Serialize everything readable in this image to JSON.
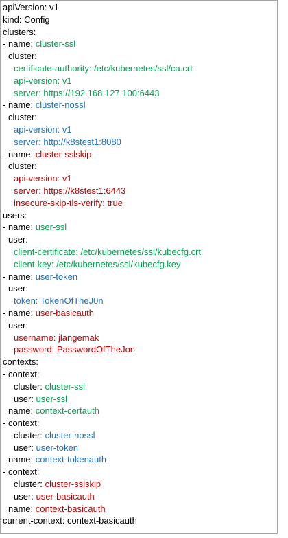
{
  "colors": {
    "black": "#000000",
    "green": "#00a050",
    "blue": "#1f6fc0",
    "red": "#c00000"
  },
  "lines": [
    {
      "indent": 0,
      "key": "apiVersion:",
      "value": " v1",
      "key_color": "black",
      "value_color": "black"
    },
    {
      "indent": 0,
      "key": "kind:",
      "value": " Config",
      "key_color": "black",
      "value_color": "black"
    },
    {
      "indent": 0,
      "key": "clusters:",
      "value": "",
      "key_color": "black",
      "value_color": "black"
    },
    {
      "indent": 0,
      "key": "- name:",
      "value": " cluster-ssl",
      "key_color": "black",
      "value_color": "green"
    },
    {
      "indent": 1,
      "key": "cluster:",
      "value": "",
      "key_color": "black",
      "value_color": "black"
    },
    {
      "indent": 2,
      "key": "certificate-authority:",
      "value": " /etc/kubernetes/ssl/ca.crt",
      "key_color": "green",
      "value_color": "green"
    },
    {
      "indent": 2,
      "key": "api-version:",
      "value": " v1",
      "key_color": "green",
      "value_color": "green"
    },
    {
      "indent": 2,
      "key": "server:",
      "value": " https://192.168.127.100:6443",
      "key_color": "green",
      "value_color": "green"
    },
    {
      "indent": 0,
      "key": "- name:",
      "value": " cluster-nossl",
      "key_color": "black",
      "value_color": "blue"
    },
    {
      "indent": 1,
      "key": "cluster:",
      "value": "",
      "key_color": "black",
      "value_color": "black"
    },
    {
      "indent": 2,
      "key": "api-version:",
      "value": " v1",
      "key_color": "blue",
      "value_color": "blue"
    },
    {
      "indent": 2,
      "key": "server:",
      "value": " http://k8stest1:8080",
      "key_color": "blue",
      "value_color": "blue"
    },
    {
      "indent": 0,
      "key": "- name:",
      "value": " cluster-sslskip",
      "key_color": "black",
      "value_color": "red"
    },
    {
      "indent": 1,
      "key": "cluster:",
      "value": "",
      "key_color": "black",
      "value_color": "black"
    },
    {
      "indent": 2,
      "key": "api-version:",
      "value": " v1",
      "key_color": "red",
      "value_color": "red"
    },
    {
      "indent": 2,
      "key": "server:",
      "value": " https://k8stest1:6443",
      "key_color": "red",
      "value_color": "red"
    },
    {
      "indent": 2,
      "key": "insecure-skip-tls-verify:",
      "value": " true",
      "key_color": "red",
      "value_color": "red"
    },
    {
      "indent": 0,
      "key": "users:",
      "value": "",
      "key_color": "black",
      "value_color": "black"
    },
    {
      "indent": 0,
      "key": "- name:",
      "value": " user-ssl",
      "key_color": "black",
      "value_color": "green"
    },
    {
      "indent": 1,
      "key": "user:",
      "value": "",
      "key_color": "black",
      "value_color": "black"
    },
    {
      "indent": 2,
      "key": "client-certificate:",
      "value": " /etc/kubernetes/ssl/kubecfg.crt",
      "key_color": "green",
      "value_color": "green"
    },
    {
      "indent": 2,
      "key": "client-key:",
      "value": " /etc/kubernetes/ssl/kubecfg.key",
      "key_color": "green",
      "value_color": "green"
    },
    {
      "indent": 0,
      "key": "- name:",
      "value": " user-token",
      "key_color": "black",
      "value_color": "blue"
    },
    {
      "indent": 1,
      "key": "user:",
      "value": "",
      "key_color": "black",
      "value_color": "black"
    },
    {
      "indent": 2,
      "key": "token:",
      "value": " TokenOfTheJ0n",
      "key_color": "blue",
      "value_color": "blue"
    },
    {
      "indent": 0,
      "key": "- name:",
      "value": " user-basicauth",
      "key_color": "black",
      "value_color": "red"
    },
    {
      "indent": 1,
      "key": "user:",
      "value": "",
      "key_color": "black",
      "value_color": "black"
    },
    {
      "indent": 2,
      "key": "username:",
      "value": " jlangemak",
      "key_color": "red",
      "value_color": "red"
    },
    {
      "indent": 2,
      "key": "password:",
      "value": " PasswordOfTheJon",
      "key_color": "red",
      "value_color": "red"
    },
    {
      "indent": 0,
      "key": "contexts:",
      "value": "",
      "key_color": "black",
      "value_color": "black"
    },
    {
      "indent": 0,
      "key": "- context:",
      "value": "",
      "key_color": "black",
      "value_color": "black"
    },
    {
      "indent": 2,
      "key": "cluster:",
      "value": " cluster-ssl",
      "key_color": "black",
      "value_color": "green"
    },
    {
      "indent": 2,
      "key": "user:",
      "value": " user-ssl",
      "key_color": "black",
      "value_color": "green"
    },
    {
      "indent": 1,
      "key": "name:",
      "value": " context-certauth",
      "key_color": "black",
      "value_color": "green"
    },
    {
      "indent": 0,
      "key": "- context:",
      "value": "",
      "key_color": "black",
      "value_color": "black"
    },
    {
      "indent": 2,
      "key": "cluster:",
      "value": " cluster-nossl",
      "key_color": "black",
      "value_color": "blue"
    },
    {
      "indent": 2,
      "key": "user:",
      "value": " user-token",
      "key_color": "black",
      "value_color": "blue"
    },
    {
      "indent": 1,
      "key": "name:",
      "value": " context-tokenauth",
      "key_color": "black",
      "value_color": "blue"
    },
    {
      "indent": 0,
      "key": "- context:",
      "value": "",
      "key_color": "black",
      "value_color": "black"
    },
    {
      "indent": 2,
      "key": "cluster:",
      "value": " cluster-sslskip",
      "key_color": "black",
      "value_color": "red"
    },
    {
      "indent": 2,
      "key": "user:",
      "value": " user-basicauth",
      "key_color": "black",
      "value_color": "red"
    },
    {
      "indent": 1,
      "key": "name:",
      "value": " context-basicauth",
      "key_color": "black",
      "value_color": "red"
    },
    {
      "indent": 0,
      "key": "current-context:",
      "value": " context-basicauth",
      "key_color": "black",
      "value_color": "black"
    }
  ]
}
